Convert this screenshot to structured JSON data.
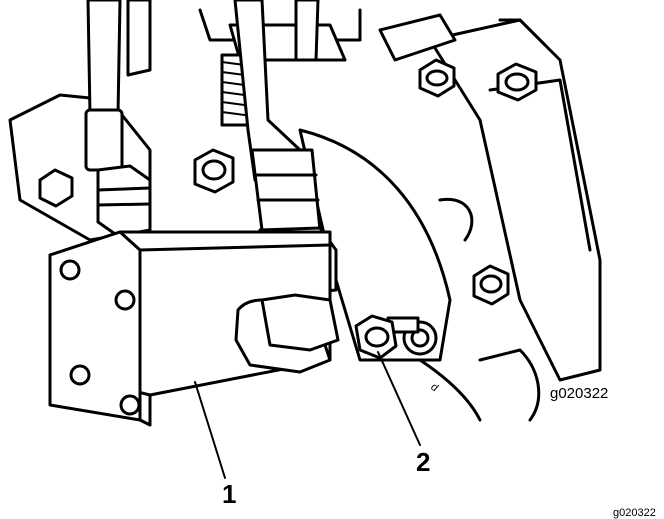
{
  "figure": {
    "callouts": [
      {
        "label": "1"
      },
      {
        "label": "2"
      }
    ],
    "figure_code": "g020322",
    "figure_code_corner": "g020322"
  }
}
